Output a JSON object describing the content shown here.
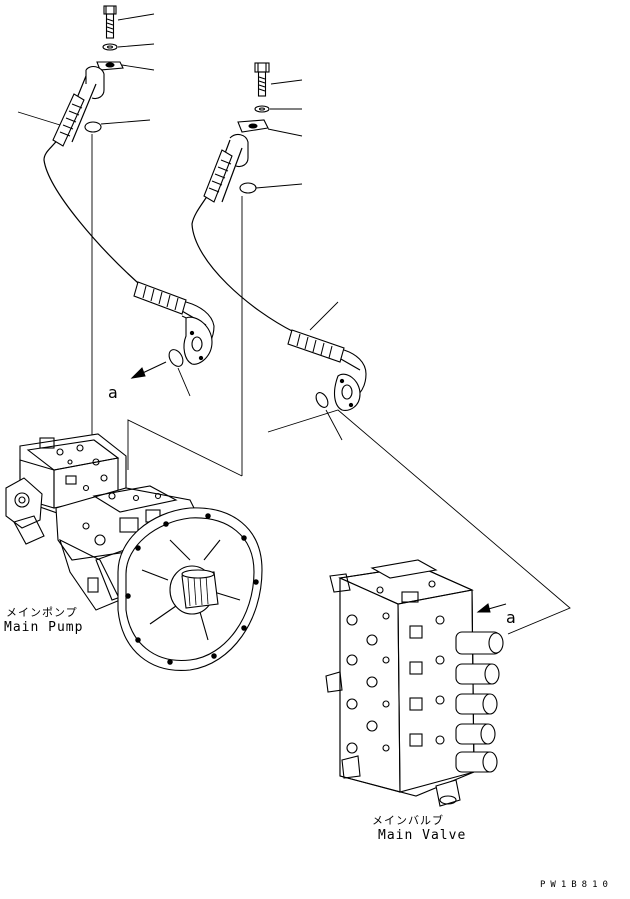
{
  "labels": {
    "main_pump_jp": "メインポンプ",
    "main_pump_en": "Main Pump",
    "main_valve_jp": "メインバルブ",
    "main_valve_en": "Main Valve",
    "callout_a_left": "a",
    "callout_a_right": "a",
    "drawing_code": "PW1B810"
  },
  "parts": {
    "left_hose_assembly": [
      "bolt",
      "washer",
      "split-flange",
      "o-ring",
      "hose"
    ],
    "right_hose_assembly": [
      "bolt",
      "washer",
      "split-flange",
      "o-ring",
      "hose"
    ]
  }
}
